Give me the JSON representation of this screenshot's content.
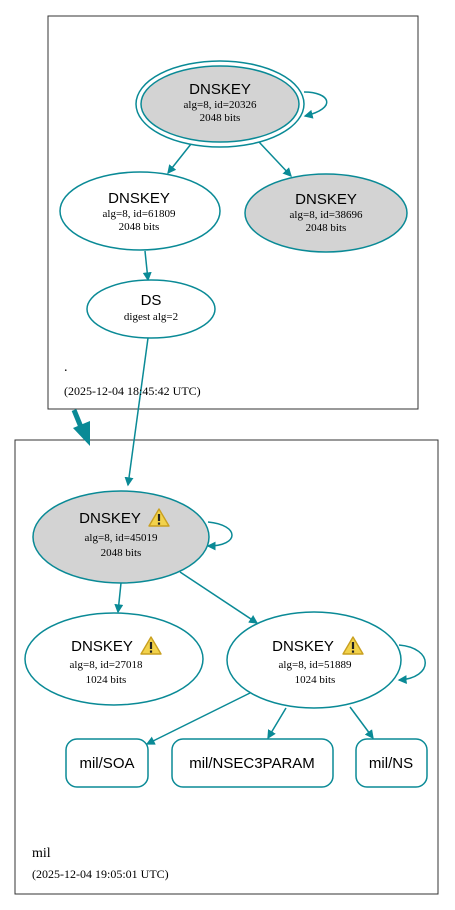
{
  "zones": {
    "root": {
      "name": ".",
      "timestamp": "(2025-12-04 18:45:42 UTC)"
    },
    "mil": {
      "name": "mil",
      "timestamp": "(2025-12-04 19:05:01 UTC)"
    }
  },
  "nodes": {
    "k20326": {
      "title": "DNSKEY",
      "line1": "alg=8, id=20326",
      "line2": "2048 bits",
      "fill": "#d3d3d3",
      "warn": false,
      "double": true
    },
    "k61809": {
      "title": "DNSKEY",
      "line1": "alg=8, id=61809",
      "line2": "2048 bits",
      "fill": "#ffffff",
      "warn": false
    },
    "k38696": {
      "title": "DNSKEY",
      "line1": "alg=8, id=38696",
      "line2": "2048 bits",
      "fill": "#d3d3d3",
      "warn": false
    },
    "ds": {
      "title": "DS",
      "line1": "digest alg=2"
    },
    "k45019": {
      "title": "DNSKEY",
      "line1": "alg=8, id=45019",
      "line2": "2048 bits",
      "fill": "#d3d3d3",
      "warn": true
    },
    "k27018": {
      "title": "DNSKEY",
      "line1": "alg=8, id=27018",
      "line2": "1024 bits",
      "fill": "#ffffff",
      "warn": true
    },
    "k51889": {
      "title": "DNSKEY",
      "line1": "alg=8, id=51889",
      "line2": "1024 bits",
      "fill": "#ffffff",
      "warn": true
    },
    "rr_soa": {
      "label": "mil/SOA"
    },
    "rr_nsec3param": {
      "label": "mil/NSEC3PARAM"
    },
    "rr_ns": {
      "label": "mil/NS"
    }
  },
  "colors": {
    "edge": "#0a8a96",
    "zone_border": "#333333",
    "warn_fill": "#f2d24b",
    "warn_stroke": "#c9a020"
  },
  "icons": {
    "warning": "warning-triangle-icon"
  }
}
